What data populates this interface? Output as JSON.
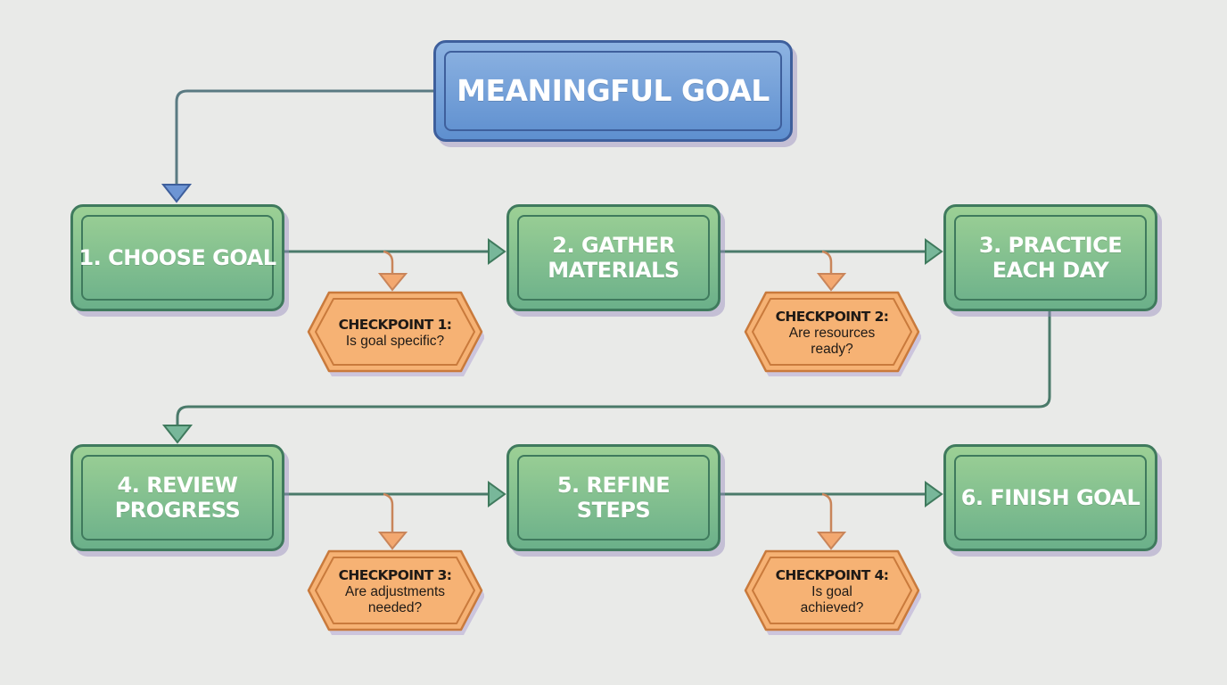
{
  "diagram": {
    "type": "flowchart",
    "colors": {
      "background": "#e9eae8",
      "goal_fill": "#7aa3da",
      "goal_border": "#3e5f9c",
      "step_fill": "#84c08f",
      "step_border": "#3f7a5d",
      "checkpoint_fill": "#f6b070",
      "checkpoint_border": "#c97a3c",
      "connector": "#4a7a6a",
      "checkpoint_arrow": "#c9855a"
    },
    "goal": {
      "label": "MEANINGFUL GOAL"
    },
    "steps": [
      {
        "label": "1. CHOOSE GOAL"
      },
      {
        "label": "2. GATHER MATERIALS"
      },
      {
        "label": "3. PRACTICE EACH DAY"
      },
      {
        "label": "4. REVIEW PROGRESS"
      },
      {
        "label": "5. REFINE STEPS"
      },
      {
        "label": "6. FINISH GOAL"
      }
    ],
    "checkpoints": [
      {
        "title": "CHECKPOINT 1:",
        "question": "Is goal specific?"
      },
      {
        "title": "CHECKPOINT 2:",
        "question": "Are resources ready?"
      },
      {
        "title": "CHECKPOINT 3:",
        "question": "Are adjustments needed?"
      },
      {
        "title": "CHECKPOINT 4:",
        "question": "Is goal achieved?"
      }
    ],
    "edges": [
      {
        "from": "MEANINGFUL GOAL",
        "to": "1. CHOOSE GOAL"
      },
      {
        "from": "1. CHOOSE GOAL",
        "to": "2. GATHER MATERIALS"
      },
      {
        "from": "2. GATHER MATERIALS",
        "to": "3. PRACTICE EACH DAY"
      },
      {
        "from": "3. PRACTICE EACH DAY",
        "to": "4. REVIEW PROGRESS"
      },
      {
        "from": "4. REVIEW PROGRESS",
        "to": "5. REFINE STEPS"
      },
      {
        "from": "5. REFINE STEPS",
        "to": "6. FINISH GOAL"
      },
      {
        "from": "edge 1-2",
        "to": "CHECKPOINT 1"
      },
      {
        "from": "edge 2-3",
        "to": "CHECKPOINT 2"
      },
      {
        "from": "edge 4-5",
        "to": "CHECKPOINT 3"
      },
      {
        "from": "edge 5-6",
        "to": "CHECKPOINT 4"
      }
    ]
  }
}
